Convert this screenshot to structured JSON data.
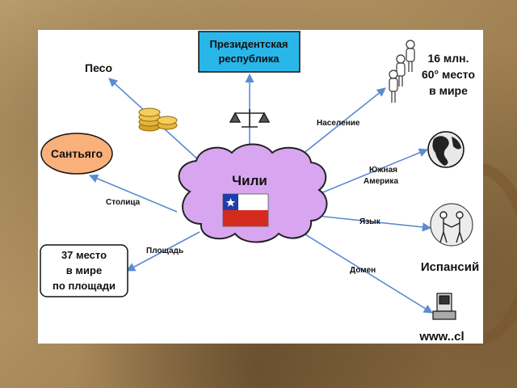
{
  "center": {
    "title": "Чили",
    "flag_colors": {
      "blue": "#1f3fa8",
      "white": "#ffffff",
      "red": "#d52b1e"
    }
  },
  "nodes": {
    "government": {
      "lines": [
        "Президентская",
        "республика"
      ],
      "color": "#29b6e8"
    },
    "currency": {
      "text": "Песо",
      "icon": "coins-icon"
    },
    "capital": {
      "text": "Сантьяго",
      "color": "#f9b07a"
    },
    "area": {
      "lines": [
        "37 место",
        "в мире",
        "по площади"
      ]
    },
    "population": {
      "lines": [
        "16 млн.",
        "60° место",
        "в мире"
      ],
      "icon": "people-icon"
    },
    "continent": {
      "icon": "globe-icon"
    },
    "language": {
      "text": "Испансий",
      "icon": "handshake-icon"
    },
    "domain": {
      "text": "www..cl",
      "icon": "computer-icon"
    },
    "scales": {
      "icon": "scales-icon"
    }
  },
  "edge_labels": {
    "capital": "Столица",
    "area": "Площадь",
    "population": "Население",
    "continent": [
      "Южная",
      "Америка"
    ],
    "language": "Язык",
    "domain": "Домен"
  },
  "colors": {
    "arrow": "#5b8bd0",
    "cloud": "#d8a6f0",
    "cloud_stroke": "#222"
  }
}
